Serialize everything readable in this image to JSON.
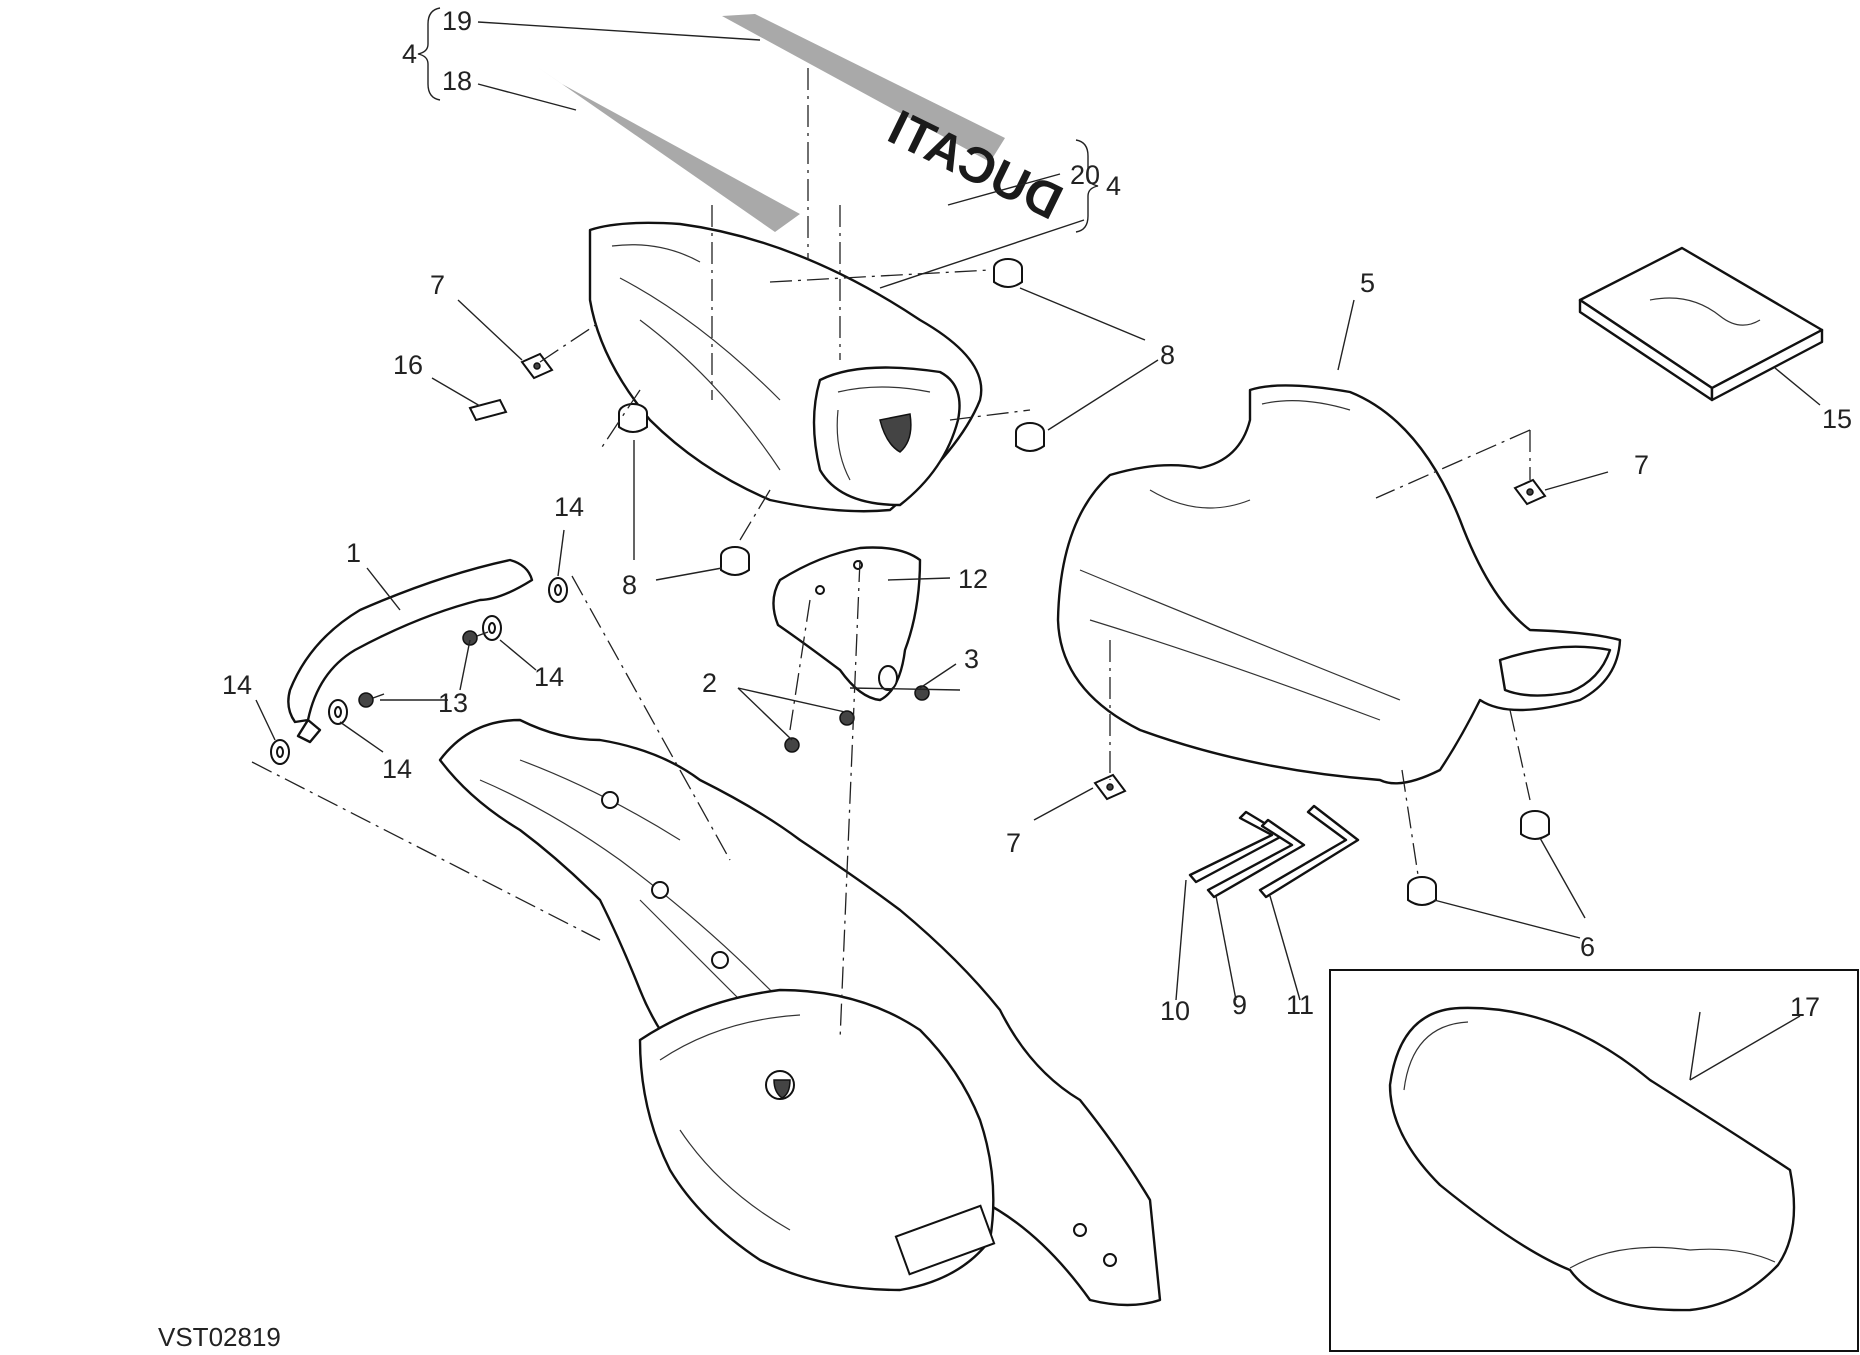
{
  "drawing_code": "VST02819",
  "brand_decal": "DUCATI",
  "callouts": {
    "c1": "1",
    "c2": "2",
    "c3": "3",
    "c4a": "4",
    "c4b": "4",
    "c5": "5",
    "c6": "6",
    "c7a": "7",
    "c7b": "7",
    "c7c": "7",
    "c8a": "8",
    "c8b": "8",
    "c9": "9",
    "c10": "10",
    "c11": "11",
    "c12": "12",
    "c13": "13",
    "c14a": "14",
    "c14b": "14",
    "c14c": "14",
    "c14d": "14",
    "c15": "15",
    "c16": "16",
    "c17": "17",
    "c18": "18",
    "c19": "19",
    "c20": "20"
  }
}
